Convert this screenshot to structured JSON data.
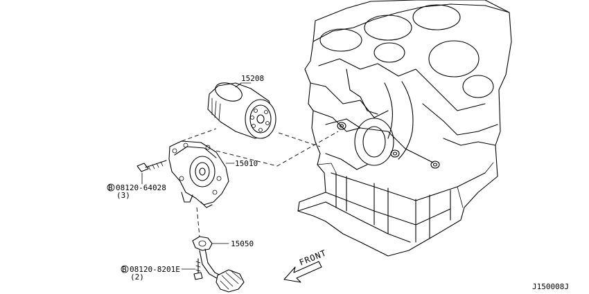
{
  "parts": {
    "oil_filter": {
      "number": "15208"
    },
    "oil_pump": {
      "number": "15010"
    },
    "strainer": {
      "number": "15050"
    },
    "bolt_upper": {
      "symbol": "B",
      "number": "08120-64028",
      "qty": "(3)"
    },
    "bolt_lower": {
      "symbol": "B",
      "number": "08120-8201E",
      "qty": "(2)"
    }
  },
  "front_label": "FRONT",
  "diagram_id": "J150008J"
}
